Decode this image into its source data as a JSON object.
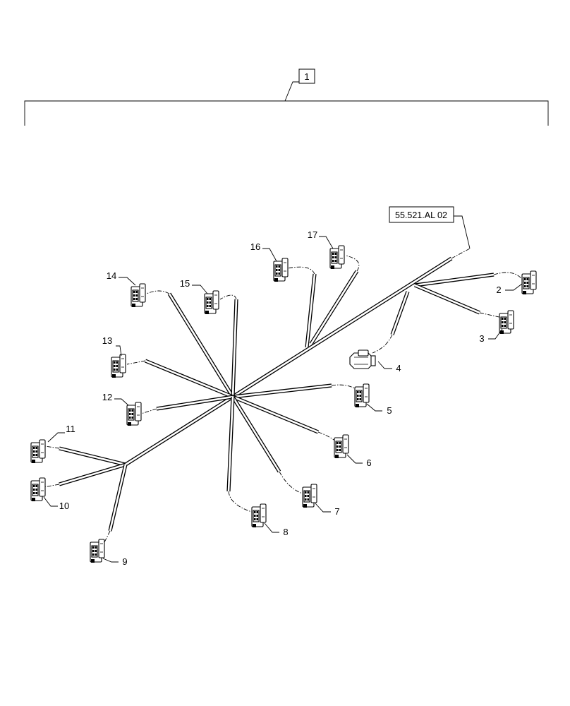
{
  "assembly": {
    "item_label": "1",
    "reference": "55.521.AL 02"
  },
  "connectors": [
    {
      "id": "2",
      "icon": "connector-icon"
    },
    {
      "id": "3",
      "icon": "connector-icon"
    },
    {
      "id": "4",
      "icon": "plug-connector-icon"
    },
    {
      "id": "5",
      "icon": "connector-icon"
    },
    {
      "id": "6",
      "icon": "connector-icon"
    },
    {
      "id": "7",
      "icon": "connector-icon"
    },
    {
      "id": "8",
      "icon": "connector-icon"
    },
    {
      "id": "9",
      "icon": "connector-icon"
    },
    {
      "id": "10",
      "icon": "connector-icon"
    },
    {
      "id": "11",
      "icon": "connector-icon"
    },
    {
      "id": "12",
      "icon": "connector-icon"
    },
    {
      "id": "13",
      "icon": "connector-icon"
    },
    {
      "id": "14",
      "icon": "connector-icon"
    },
    {
      "id": "15",
      "icon": "connector-icon"
    },
    {
      "id": "16",
      "icon": "connector-icon"
    },
    {
      "id": "17",
      "icon": "connector-icon"
    }
  ]
}
